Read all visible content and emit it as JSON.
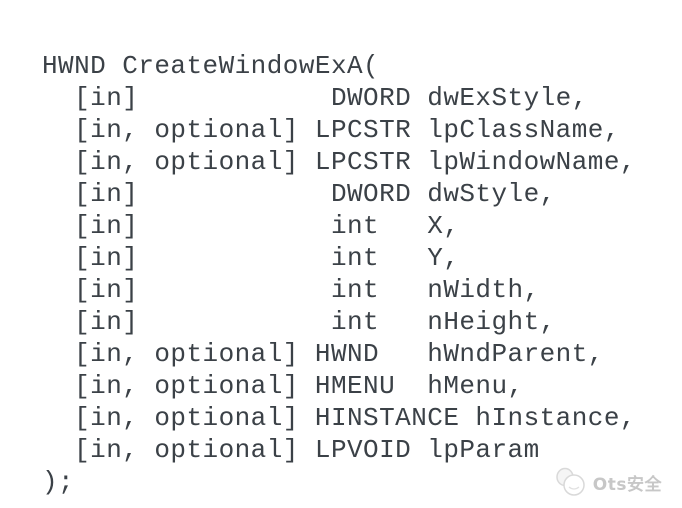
{
  "page": {
    "background_color": "#ffffff",
    "code_text_color": "#3b4147"
  },
  "code_block": {
    "language": "c",
    "return_type": "HWND",
    "function_name": "CreateWindowExA",
    "closing": ");",
    "lines": [
      "HWND CreateWindowExA(",
      "  [in]            DWORD dwExStyle,",
      "  [in, optional] LPCSTR lpClassName,",
      "  [in, optional] LPCSTR lpWindowName,",
      "  [in]            DWORD dwStyle,",
      "  [in]            int   X,",
      "  [in]            int   Y,",
      "  [in]            int   nWidth,",
      "  [in]            int   nHeight,",
      "  [in, optional] HWND   hWndParent,",
      "  [in, optional] HMENU  hMenu,",
      "  [in, optional] HINSTANCE hInstance,",
      "  [in, optional] LPVOID lpParam",
      ");"
    ],
    "parameters": [
      {
        "annotation": "[in]",
        "type": "DWORD",
        "name": "dwExStyle"
      },
      {
        "annotation": "[in, optional]",
        "type": "LPCSTR",
        "name": "lpClassName"
      },
      {
        "annotation": "[in, optional]",
        "type": "LPCSTR",
        "name": "lpWindowName"
      },
      {
        "annotation": "[in]",
        "type": "DWORD",
        "name": "dwStyle"
      },
      {
        "annotation": "[in]",
        "type": "int",
        "name": "X"
      },
      {
        "annotation": "[in]",
        "type": "int",
        "name": "Y"
      },
      {
        "annotation": "[in]",
        "type": "int",
        "name": "nWidth"
      },
      {
        "annotation": "[in]",
        "type": "int",
        "name": "nHeight"
      },
      {
        "annotation": "[in, optional]",
        "type": "HWND",
        "name": "hWndParent"
      },
      {
        "annotation": "[in, optional]",
        "type": "HMENU",
        "name": "hMenu"
      },
      {
        "annotation": "[in, optional]",
        "type": "HINSTANCE",
        "name": "hInstance"
      },
      {
        "annotation": "[in, optional]",
        "type": "LPVOID",
        "name": "lpParam"
      }
    ]
  },
  "watermark": {
    "text": "Ots安全",
    "icon": "ots-logo-icon",
    "color": "#c7c7c7"
  }
}
